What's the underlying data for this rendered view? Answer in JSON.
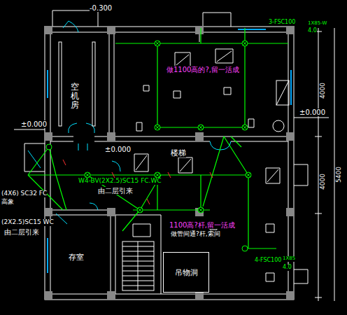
{
  "diagram": {
    "nodes": [
      {
        "text": [
          "吊物洞"
        ]
      }
    ],
    "labels": [
      "-0.300",
      "3-FSC100",
      "1X85-W",
      "4.0",
      "空机房",
      "±0.000",
      "±0.000",
      "±0.000",
      "楼梯",
      "做1100高的?,留一活成",
      "W4-BV(2X2.5)SC15 FC.WC",
      "由二层引来",
      "(4X6) SC32 FC",
      "高象",
      "(2X2.5)SC15 WC",
      "由二层引来",
      "1100高?杆,留一活成",
      "做管间通?杆,索间",
      "存室",
      "4-FSC100",
      "1X85",
      "4.0",
      "4000",
      "4000",
      "5400"
    ]
  }
}
